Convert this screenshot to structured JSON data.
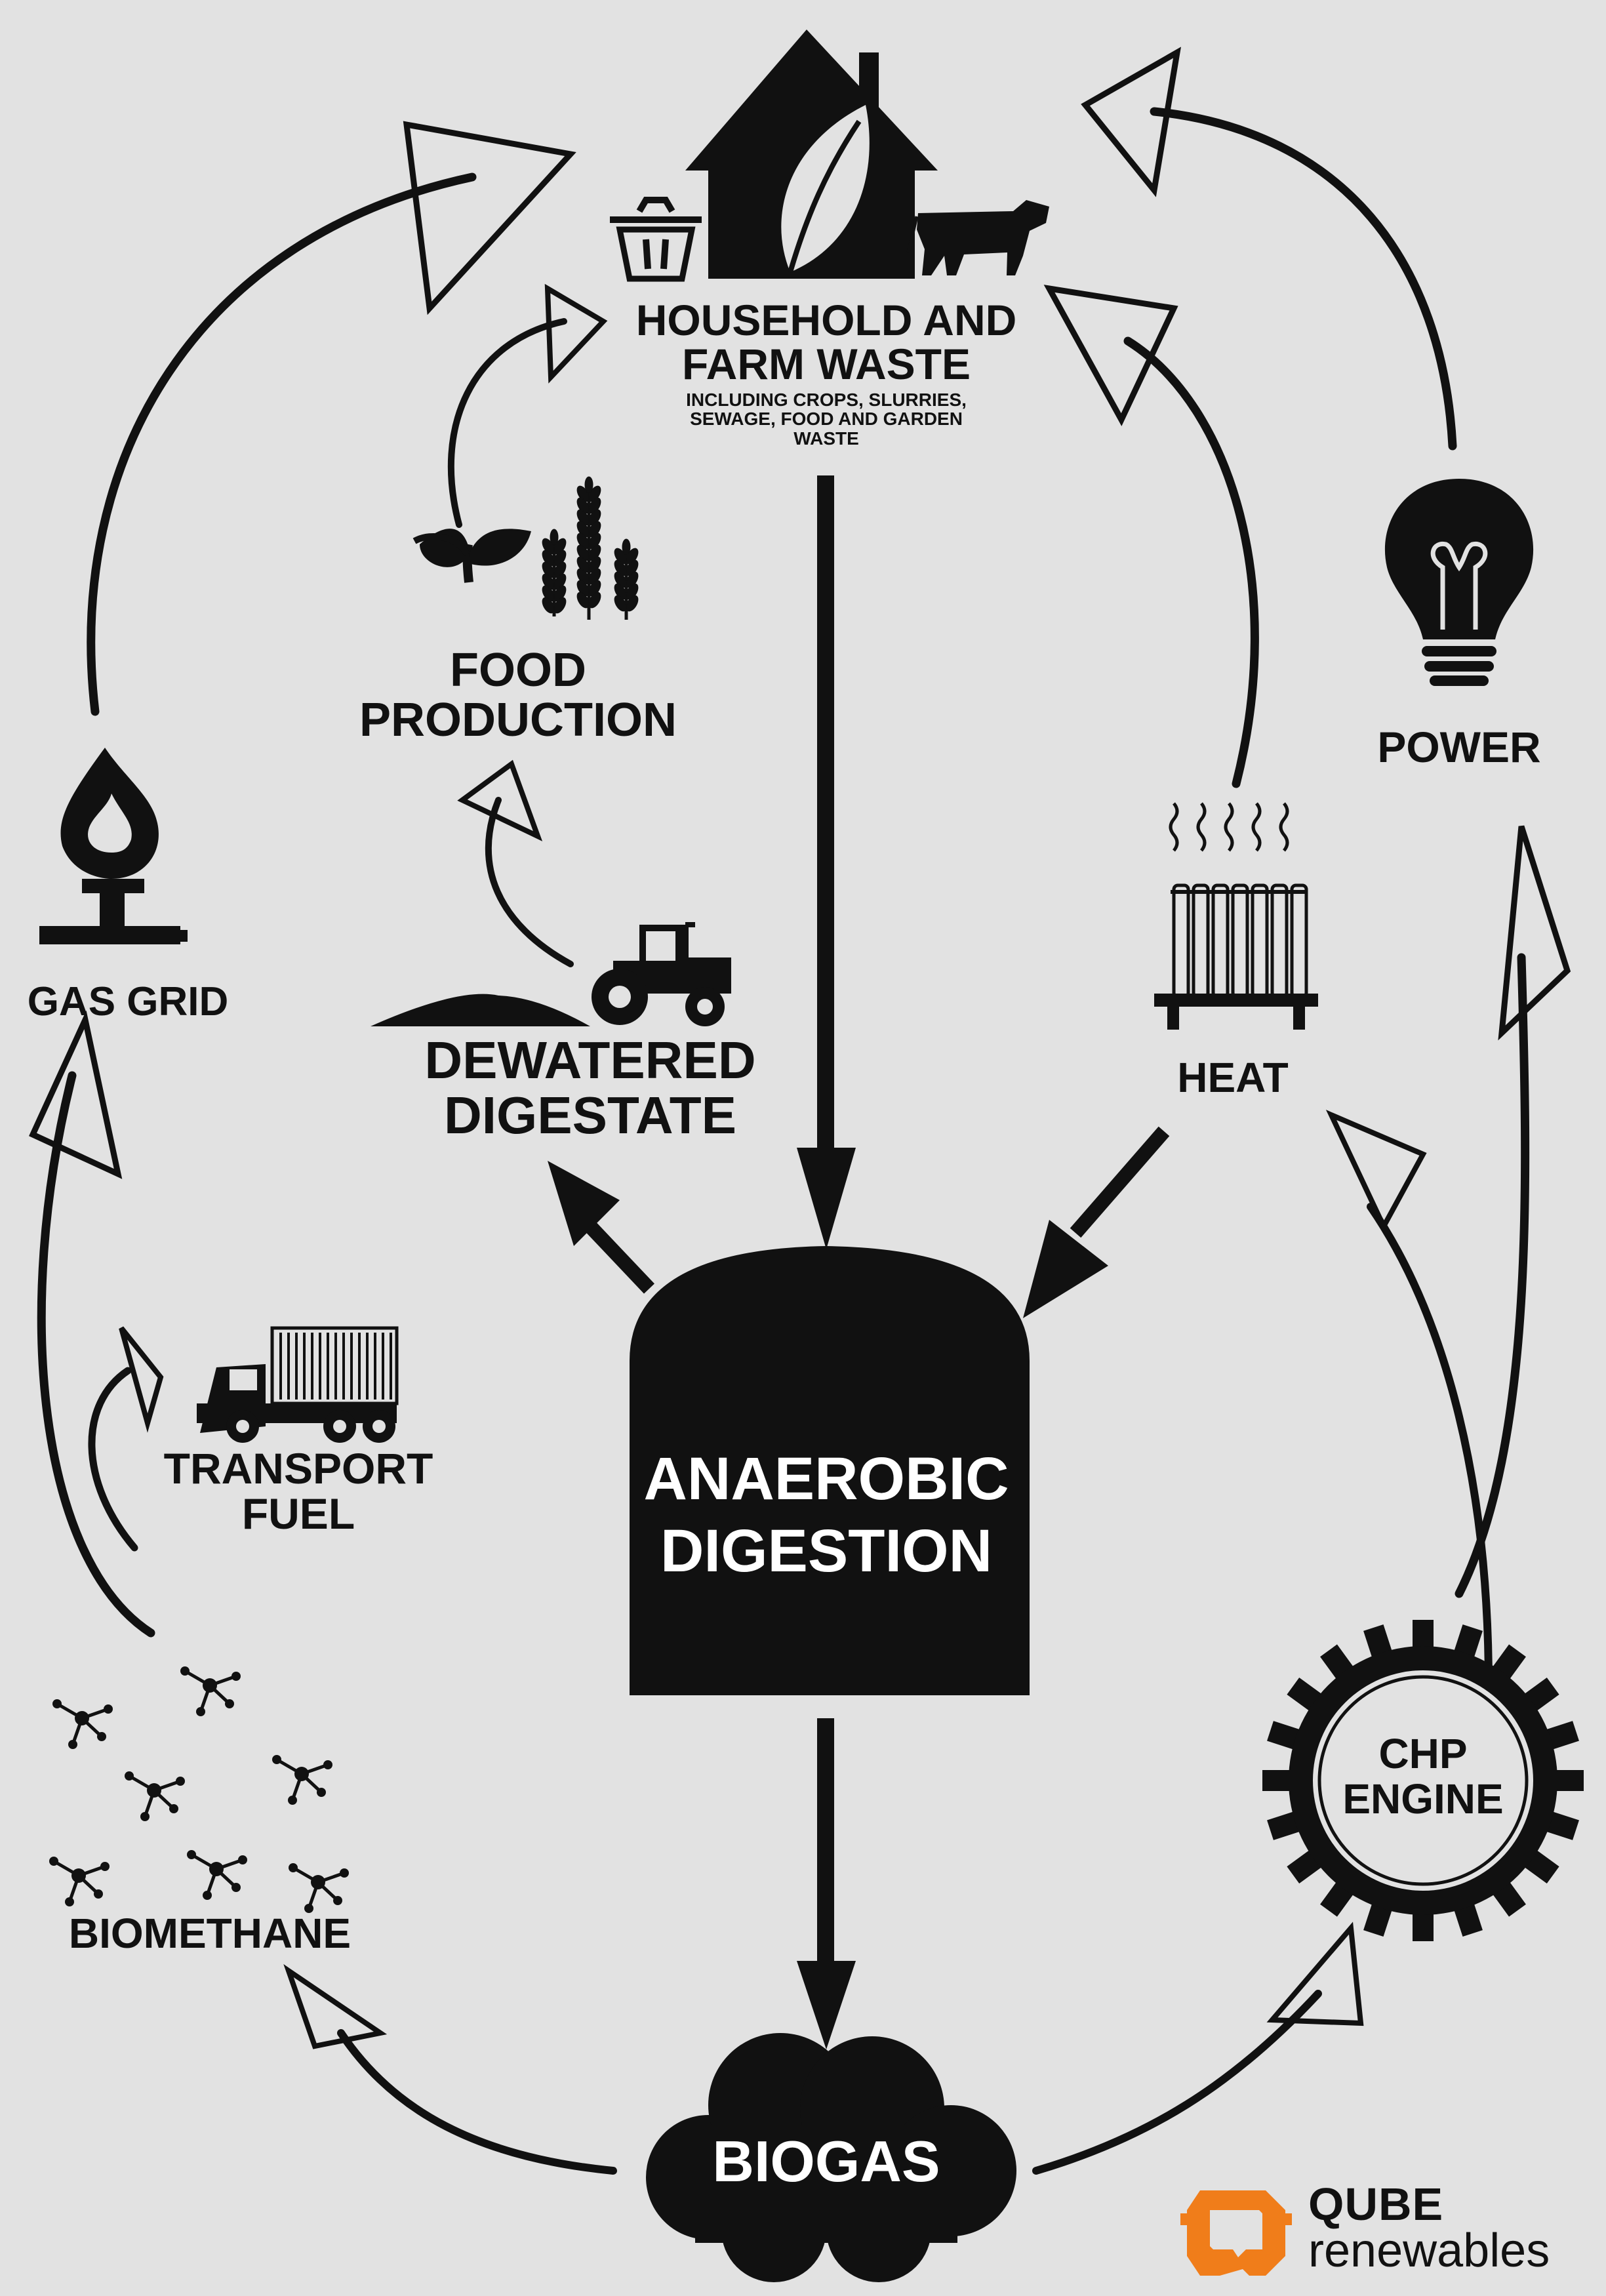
{
  "nodes": {
    "household": {
      "title_line1": "HOUSEHOLD AND",
      "title_line2": "FARM WASTE",
      "subtitle_line1": "INCLUDING CROPS, SLURRIES,",
      "subtitle_line2": "SEWAGE, FOOD AND GARDEN",
      "subtitle_line3": "WASTE"
    },
    "food": {
      "line1": "FOOD",
      "line2": "PRODUCTION"
    },
    "digestate": {
      "line1": "DEWATERED",
      "line2": "DIGESTATE"
    },
    "gas_grid": {
      "label": "GAS GRID"
    },
    "transport": {
      "line1": "TRANSPORT",
      "line2": "FUEL"
    },
    "biomethane": {
      "label": "BIOMETHANE"
    },
    "digestion": {
      "line1": "ANAEROBIC",
      "line2": "DIGESTION"
    },
    "biogas": {
      "label": "BIOGAS"
    },
    "chp": {
      "line1": "CHP",
      "line2": "ENGINE"
    },
    "heat": {
      "label": "HEAT"
    },
    "power": {
      "label": "POWER"
    }
  },
  "icons": [
    "house-leaf-icon",
    "trash-bin-icon",
    "cow-icon",
    "sprout-icon",
    "wheat-icon",
    "tractor-icon",
    "gas-flame-icon",
    "truck-icon",
    "molecule-icon",
    "gear-icon",
    "radiator-icon",
    "light-bulb-icon",
    "cloud-icon",
    "tank-icon"
  ],
  "logo": {
    "word1": "QUBE",
    "word2": "renewables",
    "accent_color": "#f07d1a"
  },
  "colors": {
    "background": "#e2e2e2",
    "ink": "#111111"
  }
}
